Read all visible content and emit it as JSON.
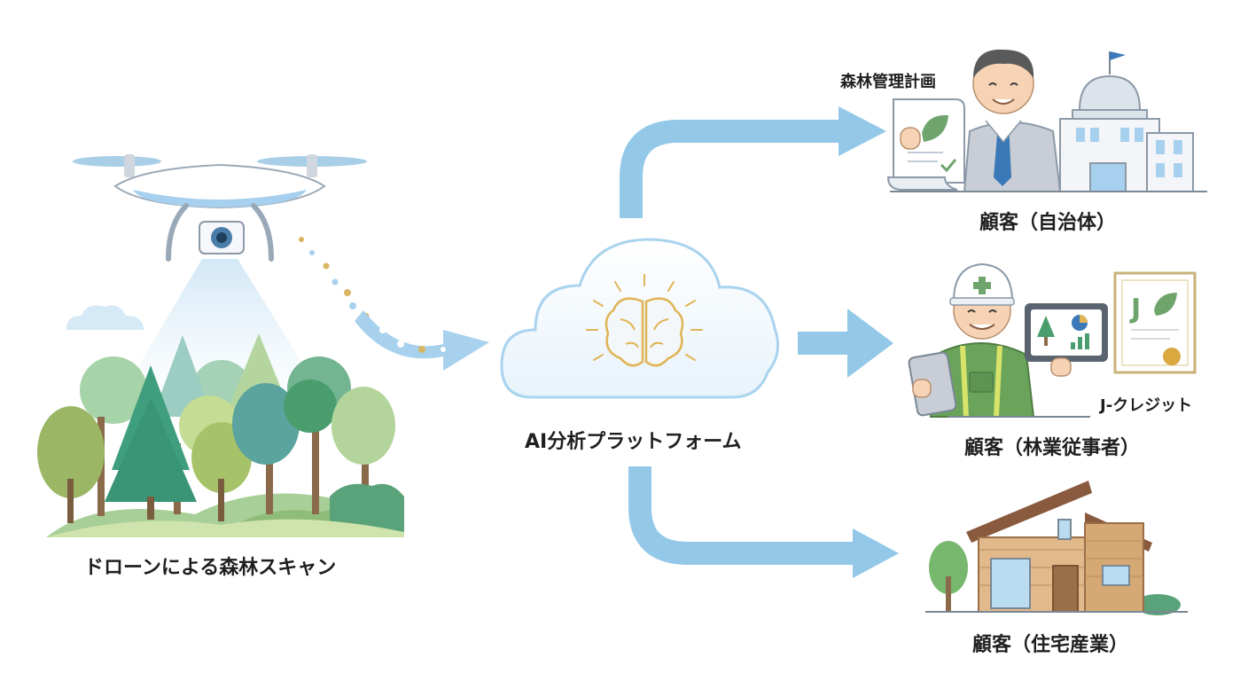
{
  "labels": {
    "drone_scan": "ドローンによる森林スキャン",
    "ai_platform": "AI分析プラットフォーム",
    "customer_municipal": "顧客（自治体）",
    "customer_forestry": "顧客（林業従事者）",
    "customer_housing": "顧客（住宅産業）",
    "forest_plan": "森林管理計画",
    "j_credit": "J-クレジット",
    "certificate_letter": "J"
  },
  "icons": {
    "drone": "drone-icon",
    "forest": "forest-icon",
    "cloud": "cloud-icon",
    "brain": "brain-icon",
    "official": "official-person-icon",
    "building": "government-building-icon",
    "document": "document-icon",
    "worker": "forestry-worker-icon",
    "tablet": "tablet-icon",
    "certificate": "certificate-icon",
    "house": "house-icon"
  },
  "colors": {
    "arrow": "#93c8e8",
    "cloud_stroke": "#a9d3ee",
    "brain": "#e0b455",
    "leaf": "#6fa56c",
    "text": "#1f1f1f"
  }
}
